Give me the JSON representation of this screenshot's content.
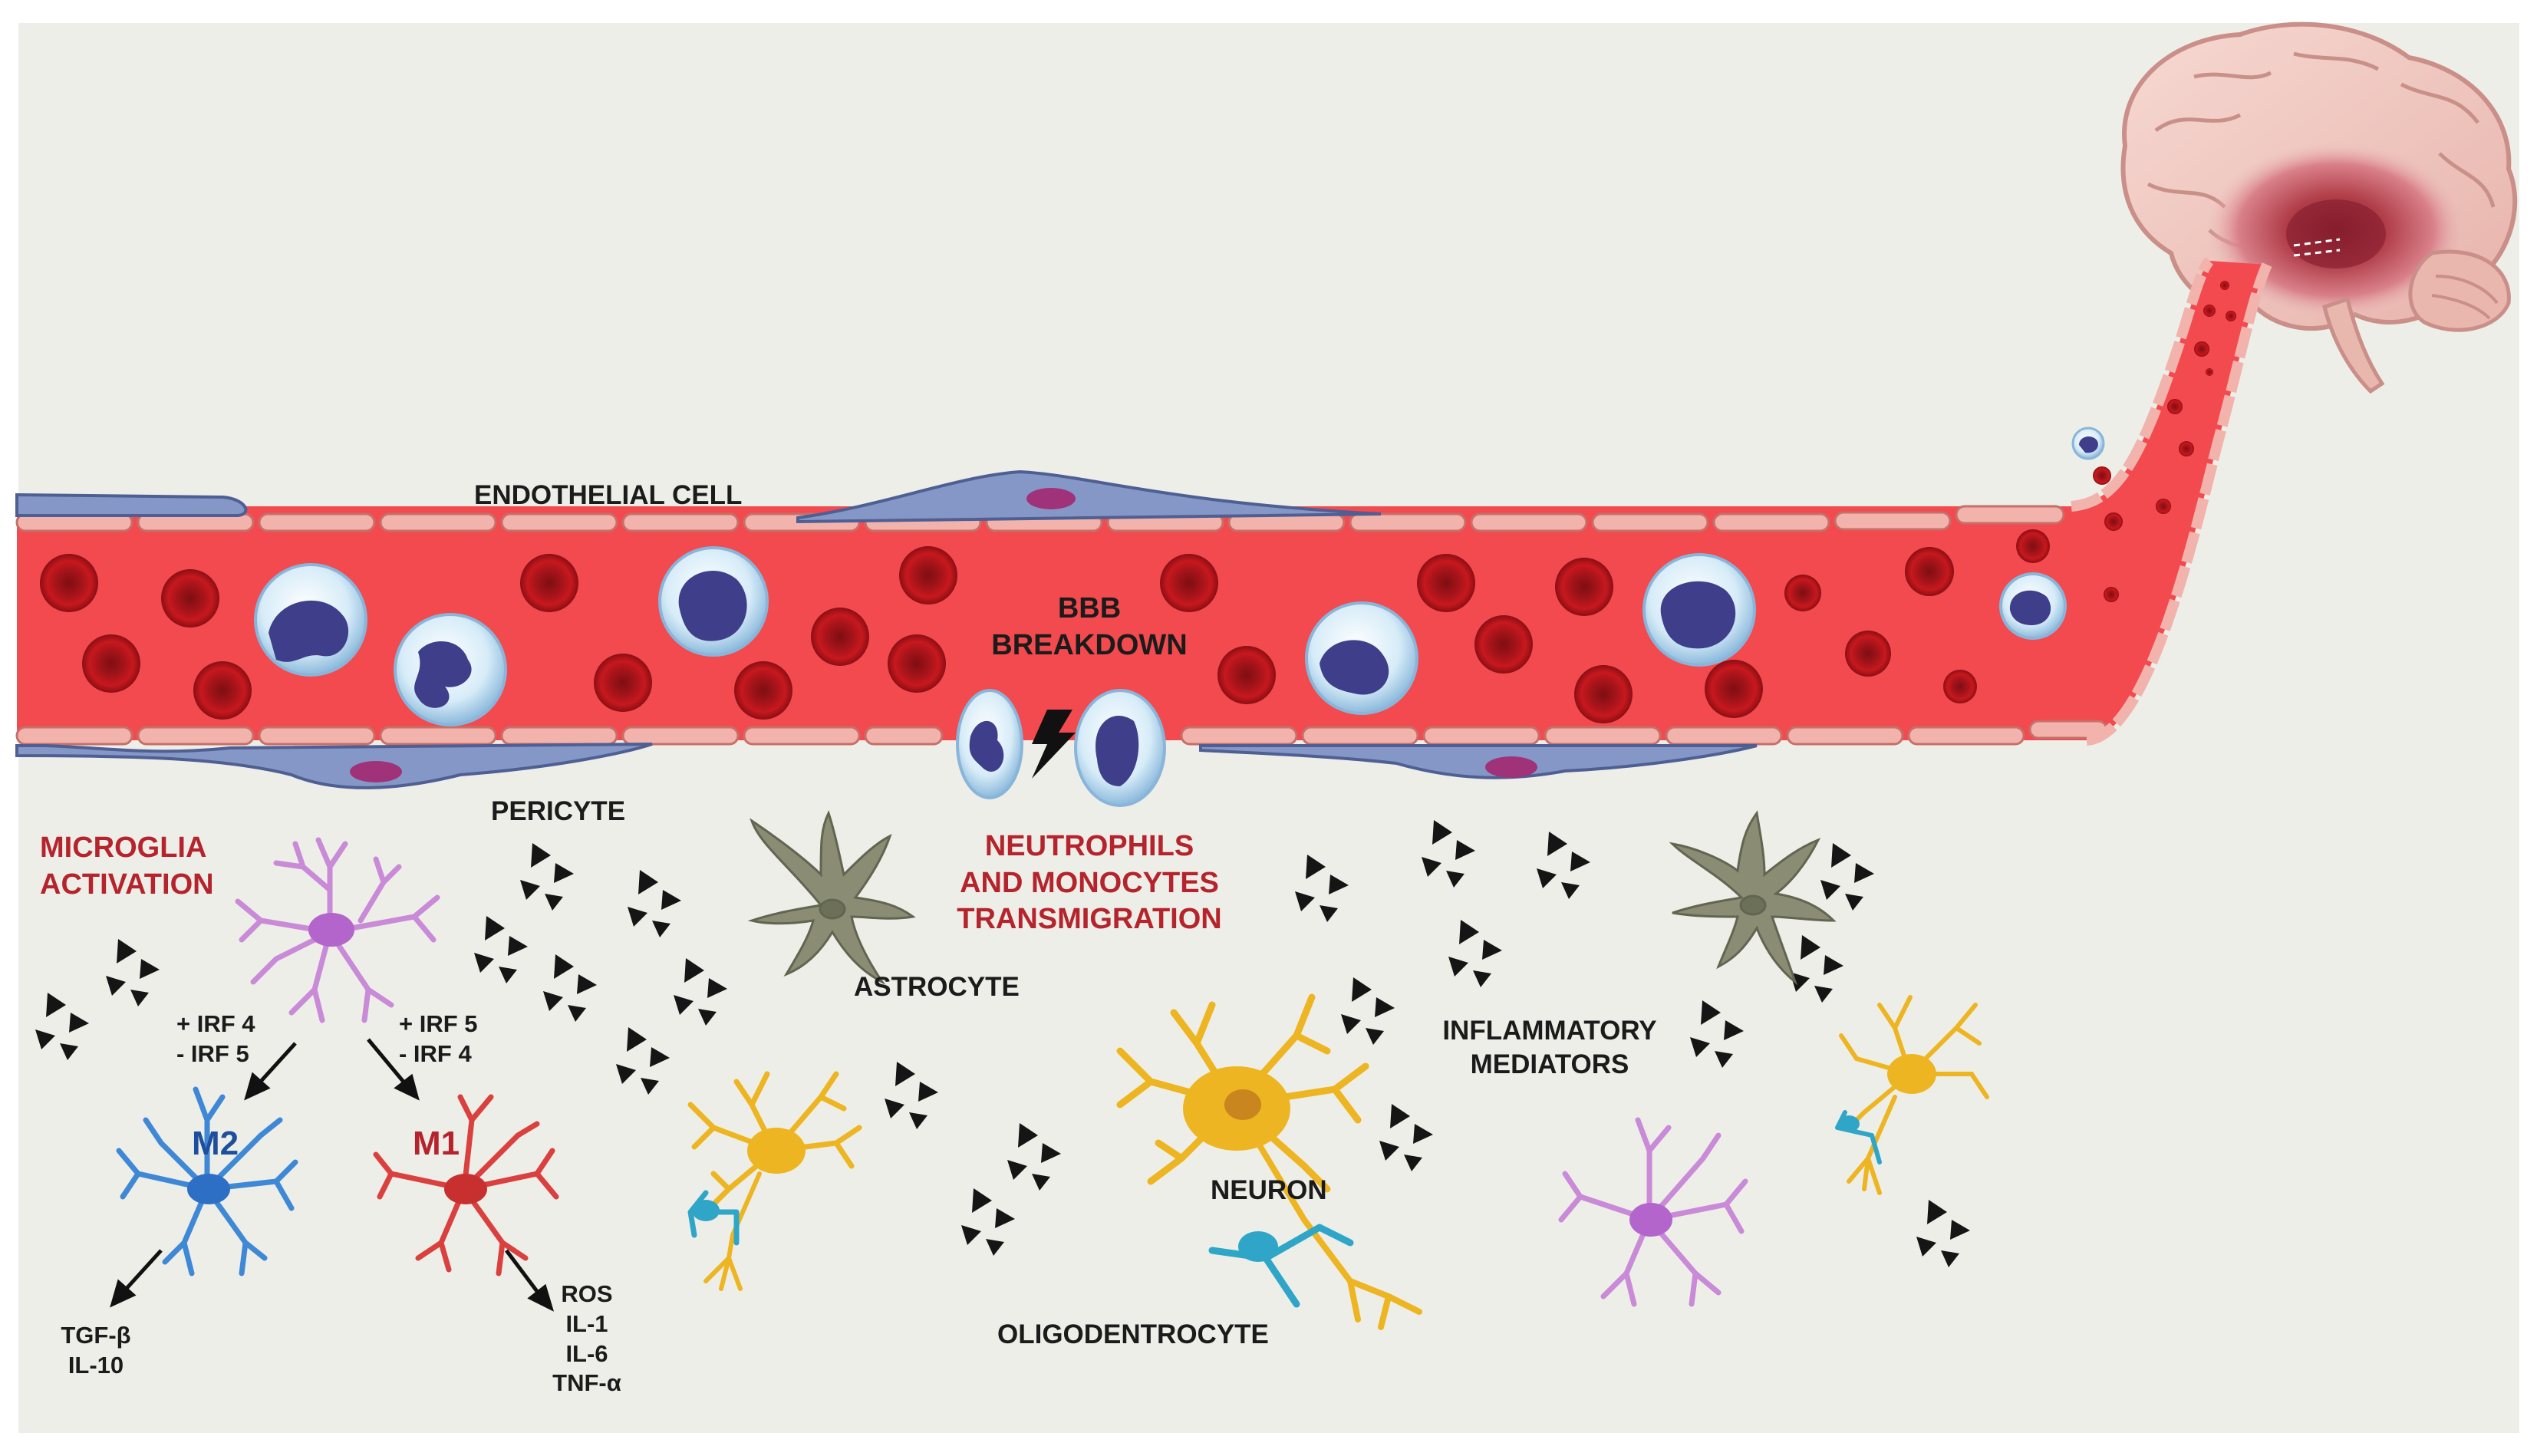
{
  "labels": {
    "endothelial_cell": "ENDOTHELIAL CELL",
    "bbb_line1": "BBB",
    "bbb_line2": "BREAKDOWN",
    "pericyte": "PERICYTE",
    "microglia_line1": "MICROGLIA",
    "microglia_line2": "ACTIVATION",
    "neutro_line1": "NEUTROPHILS",
    "neutro_line2": "AND MONOCYTES",
    "neutro_line3": "TRANSMIGRATION",
    "astrocyte": "ASTROCYTE",
    "inflam_line1": "INFLAMMATORY",
    "inflam_line2": "MEDIATORS",
    "neuron": "NEURON",
    "oligo": "OLIGODENTROCYTE",
    "m2": "M2",
    "m1": "M1",
    "m2_irf_line1": "+ IRF 4",
    "m2_irf_line2": "- IRF 5",
    "m1_irf_line1": "+ IRF 5",
    "m1_irf_line2": "- IRF 4",
    "m2_out_line1": "TGF-β",
    "m2_out_line2": "IL-10",
    "m1_out_line1": "ROS",
    "m1_out_line2": "IL-1",
    "m1_out_line3": "IL-6",
    "m1_out_line4": "TNF-α"
  },
  "colors": {
    "background": "#ededE6",
    "blood": "#f24b4f",
    "rbc": "#c1141a",
    "endothelium": "#f2b2ac",
    "pericyte": "#8497c6",
    "microglia_m0": "#c98ad8",
    "microglia_m2": "#3f88d6",
    "microglia_m1": "#d9403e",
    "astrocyte": "#8a8d74",
    "neuron": "#edb521",
    "oligodendrocyte": "#2fa6c8",
    "label_red": "#b5242c"
  }
}
